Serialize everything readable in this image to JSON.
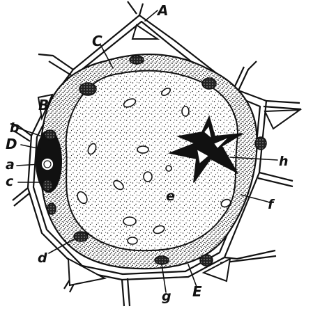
{
  "figure": {
    "labels": {
      "A": "A",
      "B": "B",
      "C": "C",
      "D": "D",
      "E": "E",
      "a": "a",
      "b": "b",
      "c": "c",
      "d": "d",
      "e": "e",
      "f": "f",
      "g": "g",
      "h": "h"
    }
  },
  "colors": {
    "ink": "#111111",
    "paper": "#ffffff"
  }
}
